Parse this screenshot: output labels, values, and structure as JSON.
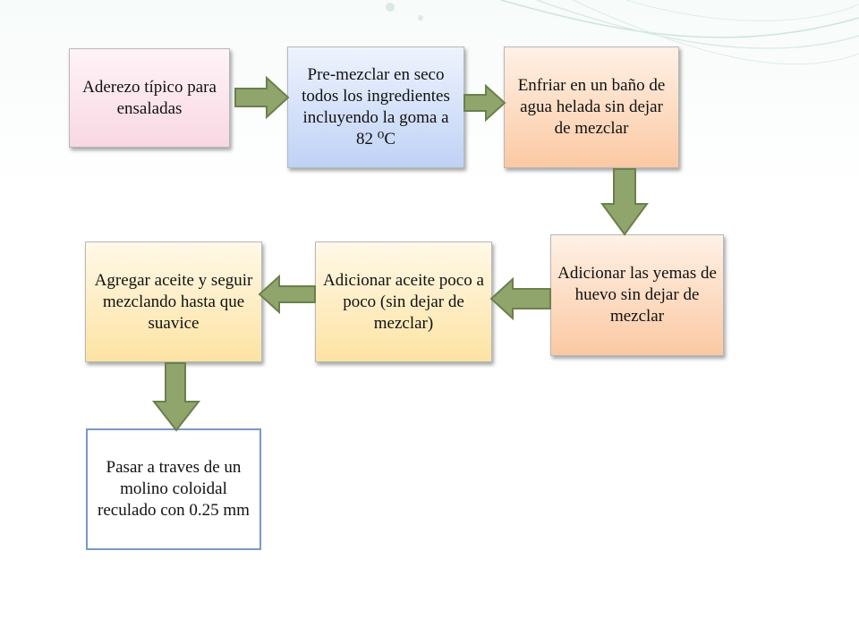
{
  "flowchart": {
    "boxes": [
      {
        "id": "aderezo",
        "text": "Aderezo típico para ensaladas"
      },
      {
        "id": "premezclar",
        "text": "Pre-mezclar en seco todos los ingredientes incluyendo la goma  a 82 ⁰C"
      },
      {
        "id": "enfriar",
        "text": "Enfriar  en un baño de agua helada sin dejar de mezclar"
      },
      {
        "id": "yemas",
        "text": "Adicionar las yemas de huevo sin dejar de mezclar"
      },
      {
        "id": "aceite-poco",
        "text": "Adicionar aceite poco a poco (sin dejar de mezclar)"
      },
      {
        "id": "agregar-aceite",
        "text": "Agregar aceite y seguir mezclando hasta que suavice"
      },
      {
        "id": "molino",
        "text": "Pasar a traves de un molino coloidal reculado con 0.25 mm"
      }
    ],
    "connections": [
      {
        "from": "aderezo",
        "to": "premezclar"
      },
      {
        "from": "premezclar",
        "to": "enfriar"
      },
      {
        "from": "enfriar",
        "to": "yemas"
      },
      {
        "from": "yemas",
        "to": "aceite-poco"
      },
      {
        "from": "aceite-poco",
        "to": "agregar-aceite"
      },
      {
        "from": "agregar-aceite",
        "to": "molino"
      }
    ],
    "colors": {
      "arrow_fill": "#8fa56b",
      "arrow_stroke": "#6c7f4d",
      "plain_border": "#7a99c4"
    }
  }
}
